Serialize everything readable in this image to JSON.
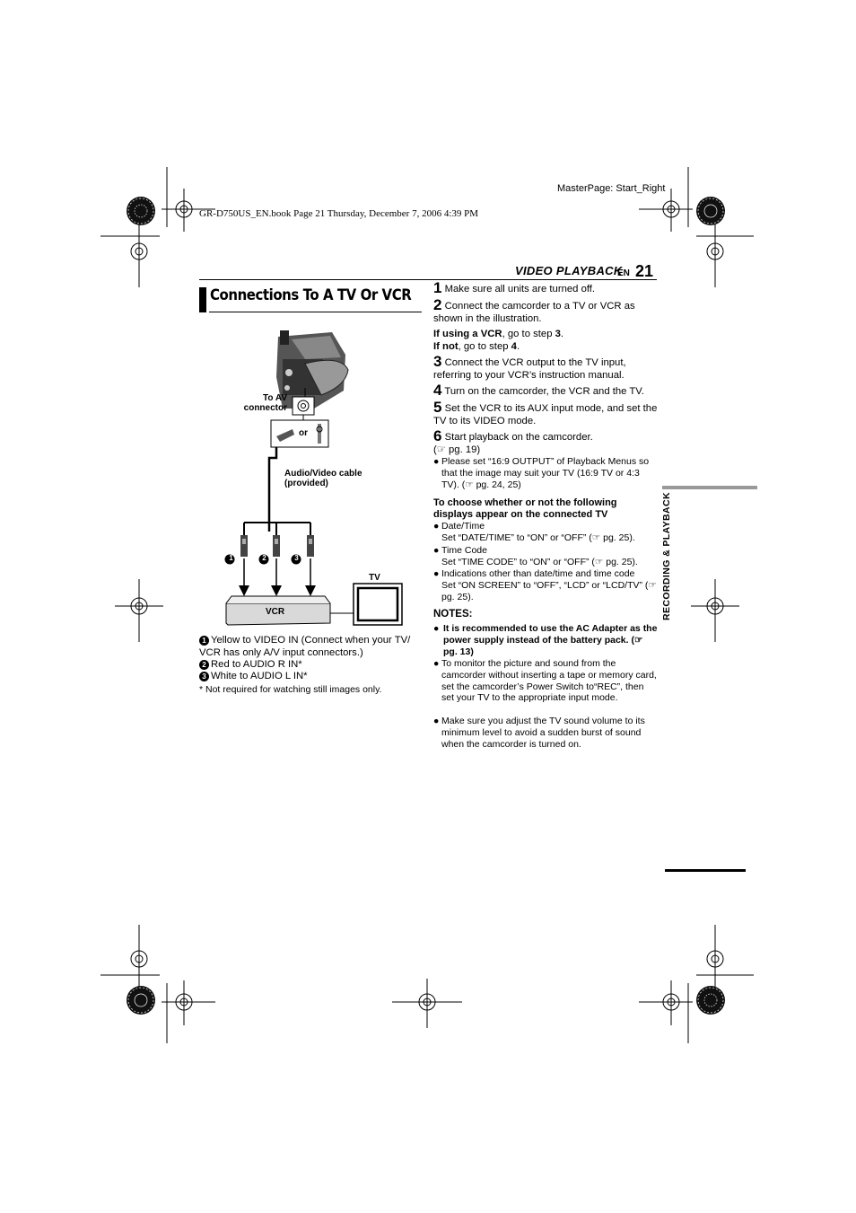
{
  "print_marks": {
    "masterpage": "MasterPage: Start_Right",
    "book_line": "GR-D750US_EN.book  Page 21  Thursday, December 7, 2006  4:39 PM"
  },
  "header": {
    "section": "VIDEO PLAYBACK",
    "lang": "EN",
    "page_number": "21"
  },
  "title": "Connections To A TV Or VCR",
  "side_tab": "RECORDING & PLAYBACK",
  "diagram": {
    "to_av_connector": [
      "To AV",
      "connector"
    ],
    "or": "or",
    "cable": [
      "Audio/Video cable",
      "(provided)"
    ],
    "tv": "TV",
    "vcr": "VCR",
    "markers": [
      "1",
      "2",
      "3"
    ]
  },
  "legend": [
    {
      "num": "1",
      "text": "Yellow to VIDEO IN (Connect when your TV/ VCR has only A/V input connectors.)"
    },
    {
      "num": "2",
      "text": "Red to AUDIO R IN*"
    },
    {
      "num": "3",
      "text": "White to AUDIO L IN*"
    }
  ],
  "footnote": "*  Not required for watching still images only.",
  "steps": [
    {
      "num": "1",
      "text": "Make sure all units are turned off."
    },
    {
      "num": "2",
      "text": "Connect the camcorder to a TV or VCR as shown in the illustration."
    },
    {
      "num": "3",
      "text": "Connect the VCR output to the TV input, referring to your VCR’s instruction manual."
    },
    {
      "num": "4",
      "text": "Turn on the camcorder, the VCR and the TV."
    },
    {
      "num": "5",
      "text": "Set the VCR to its AUX input mode, and set the TV to its VIDEO mode."
    },
    {
      "num": "6",
      "text": "Start playback on the camcorder."
    }
  ],
  "vcr_branch": {
    "if_vcr_bold": "If using a VCR",
    "if_vcr_rest": ", go to step ",
    "if_vcr_step": "3",
    "if_not_bold": "If not",
    "if_not_rest": ", go to step ",
    "if_not_step": "4"
  },
  "step6_ref": "(☞ pg. 19)",
  "step6_bullet": "Please set “16:9 OUTPUT” of Playback Menus so that the image may suit your TV (16:9 TV or 4:3 TV). (☞ pg. 24, 25)",
  "choose_heading": "To choose whether or not the following displays appear on the connected TV",
  "choose_items": [
    {
      "label": "Date/Time",
      "detail": "Set “DATE/TIME” to “ON” or “OFF” (☞ pg. 25)."
    },
    {
      "label": "Time Code",
      "detail": "Set “TIME CODE” to “ON” or “OFF” (☞ pg. 25)."
    },
    {
      "label": "Indications other than date/time and time code",
      "detail": "Set “ON SCREEN” to “OFF”, “LCD” or “LCD/TV” (☞ pg. 25)."
    }
  ],
  "notes_heading": "NOTES:",
  "notes": [
    {
      "bold": true,
      "text": "It is recommended to use the AC Adapter as the power supply instead of the battery pack. (☞ pg. 13)"
    },
    {
      "bold": false,
      "text": "To monitor the picture and sound from the camcorder without inserting a tape or memory card, set the camcorder’s Power Switch to“REC”, then set your TV to the appropriate input mode."
    },
    {
      "bold": false,
      "text": "Make sure you adjust the TV sound volume to its minimum level to avoid a sudden burst of sound when the camcorder is turned on."
    }
  ],
  "bullet_glyph": "●"
}
